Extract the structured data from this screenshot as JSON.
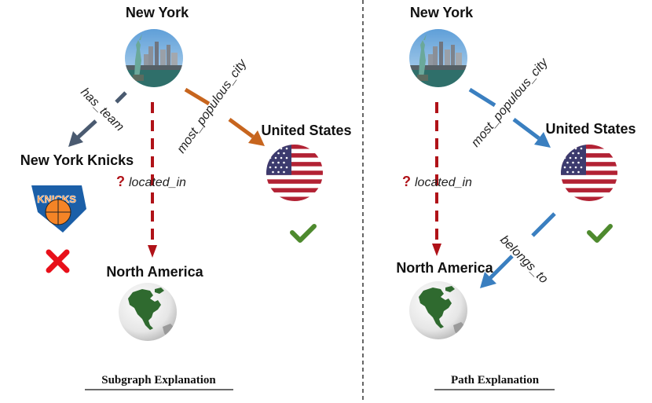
{
  "colors": {
    "dark_edge": "#4a5a70",
    "orange_edge": "#c7651e",
    "query_edge": "#b01218",
    "blue_edge": "#3a7fc0",
    "check": "#4e8a2e",
    "cross": "#e8101a",
    "divider": "#333333"
  },
  "subgraph": {
    "nodes": {
      "new_york": "New  York",
      "knicks": "New York Knicks",
      "united_states": "United States",
      "north_america": "North America"
    },
    "edges": {
      "has_team": "has_team",
      "most_populous_city": "most_populous_city",
      "located_in": "located_in"
    },
    "query_mark": "?",
    "caption": "Subgraph Explanation",
    "logo_text": "KNICKS"
  },
  "path": {
    "nodes": {
      "new_york": "New  York",
      "united_states": "United States",
      "north_america": "North America"
    },
    "edges": {
      "most_populous_city": "most_populous_city",
      "located_in": "located_in",
      "belongs_to": "belongs_to"
    },
    "query_mark": "?",
    "caption": "Path Explanation"
  }
}
